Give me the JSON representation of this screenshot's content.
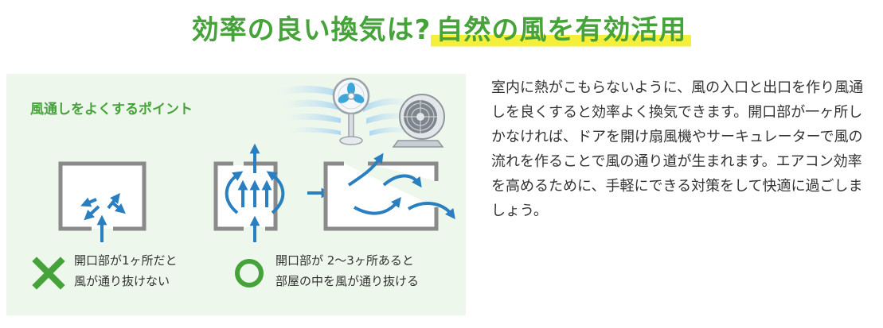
{
  "headline": {
    "part1": "効率の良い換気は?",
    "part2": "自然の風を有効活用"
  },
  "panel": {
    "title": "風通しをよくするポイント",
    "bad": {
      "line1": "開口部が1ヶ所だと",
      "line2": "風が通り抜けない"
    },
    "good": {
      "line1": "開口部が 2〜3ヶ所あると",
      "line2": "部屋の中を風が通り抜ける"
    }
  },
  "body": {
    "text": "室内に熱がこもらないように、風の入口と出口を作り風通しを良くすると効率よく換気できます。開口部が一ヶ所しかなければ、ドアを開け扇風機やサーキュレーターで風の流れを作ることで風の通り道が生まれます。エアコン効率を高めるために、手軽にできる対策をして快適に過ごしましょう。"
  },
  "icons": [
    "electric-fan-icon",
    "circulator-icon",
    "cross-mark-icon",
    "circle-mark-icon",
    "arrow-icon"
  ],
  "colors": {
    "headline_green": "#45a33a",
    "highlight_yellow": "#f3ef3a",
    "panel_bg": "#eef7ec",
    "arrow_blue": "#2a7fc0",
    "mark_green": "#45a33a",
    "room_border": "#8a8a8a"
  }
}
